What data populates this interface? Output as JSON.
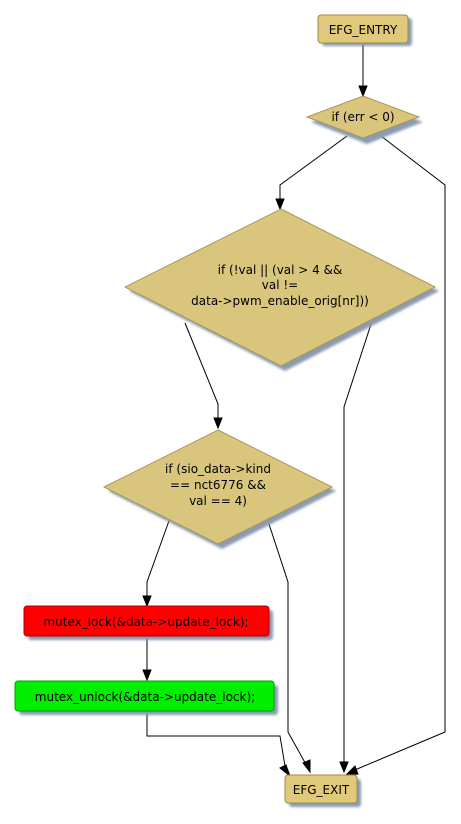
{
  "colors": {
    "terminal_fill": "#e0c97b",
    "terminal_stroke": "#a08a4a",
    "decision_fill": "#d9c67c",
    "decision_stroke": "#a8965a",
    "shadow": "#8a9bb0",
    "lock_fill": "#ff0000",
    "lock_stroke": "#b00000",
    "unlock_fill": "#00ee00",
    "unlock_stroke": "#00a000",
    "edge": "#000000"
  },
  "nodes": {
    "entry": {
      "label": "EFG_ENTRY"
    },
    "err_check": {
      "label": "if (err < 0)"
    },
    "val_check": {
      "line1": "if (!val || (val > 4 &&",
      "line2": "val !=",
      "line3": "data->pwm_enable_orig[nr]))"
    },
    "kind_check": {
      "line1": "if (sio_data->kind",
      "line2": "== nct6776 &&",
      "line3": "val == 4)"
    },
    "lock": {
      "label": "mutex_lock(&data->update_lock);"
    },
    "unlock": {
      "label": "mutex_unlock(&data->update_lock);"
    },
    "exit": {
      "label": "EFG_EXIT"
    }
  }
}
